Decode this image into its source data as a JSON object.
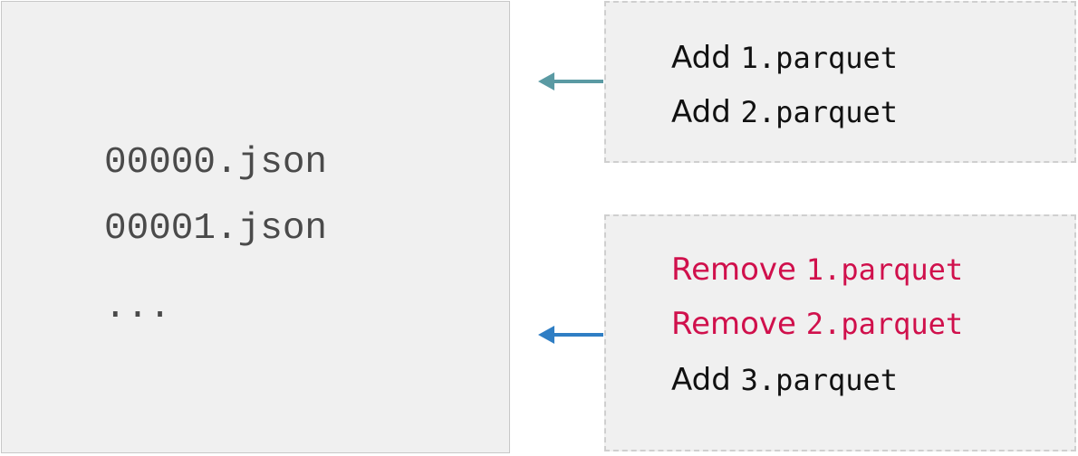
{
  "log_directory": {
    "files": [
      "00000.json",
      "00001.json",
      "..."
    ]
  },
  "commits": [
    {
      "actions": [
        {
          "verb": "Add",
          "file": "1.parquet",
          "kind": "add"
        },
        {
          "verb": "Add",
          "file": "2.parquet",
          "kind": "add"
        }
      ],
      "arrow_color": "#5a9aa3"
    },
    {
      "actions": [
        {
          "verb": "Remove",
          "file": "1.parquet",
          "kind": "remove"
        },
        {
          "verb": "Remove",
          "file": "2.parquet",
          "kind": "remove"
        },
        {
          "verb": "Add",
          "file": "3.parquet",
          "kind": "add"
        }
      ],
      "arrow_color": "#2f7ec4"
    }
  ],
  "colors": {
    "add_text": "#111111",
    "remove_text": "#d0104c",
    "box_fill": "#f0f0f0"
  }
}
